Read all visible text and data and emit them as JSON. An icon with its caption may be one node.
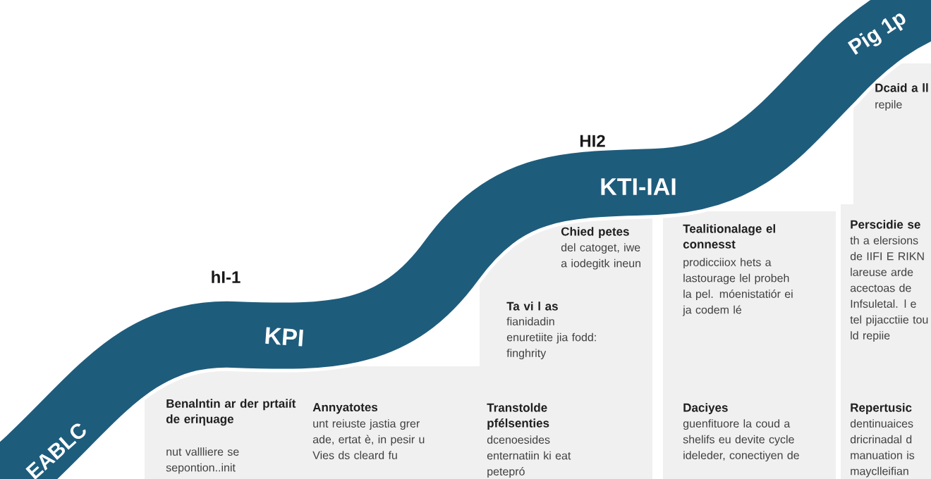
{
  "diagram": {
    "labels": [
      "Pig 1p",
      "Dcaid a ll",
      "repile",
      "HI2",
      "KTI-IAI",
      "hI-1",
      "Chied petes",
      "del catoget, iwe a iodegitk ineun",
      "Tealitionalage el connesst",
      "prodicciiox hets a lastourage lel probeh la pel. móenistatiór ei ja codem lé",
      "Perscidie se",
      "th a elersions de IIFI E RIKN lareuse arde acectoas de Infsuletal. l e tel pijacctiie tou ld repiie",
      "KPI",
      "Ta vi l as",
      "fianidadin enuretiite jia fodd: finghrity",
      "EABLC",
      "Benalntin ar der prtaiít de eriηuage",
      "nut vallliere se sepontion..init",
      "Annyatotes",
      "unt reiuste jastia grer ade, ertat è, in pesir u Vies ds cleard fu",
      "Transtolde pfélsenties",
      "dcenoesides enternatiin ki eat petepró",
      "Daciyes",
      "guenfituore la coud a shelifs eu devite cycle ideleder, conectiyen de",
      "Repertusic",
      "dentinuaices dricrinadal d manuation is mayclleifian"
    ]
  }
}
